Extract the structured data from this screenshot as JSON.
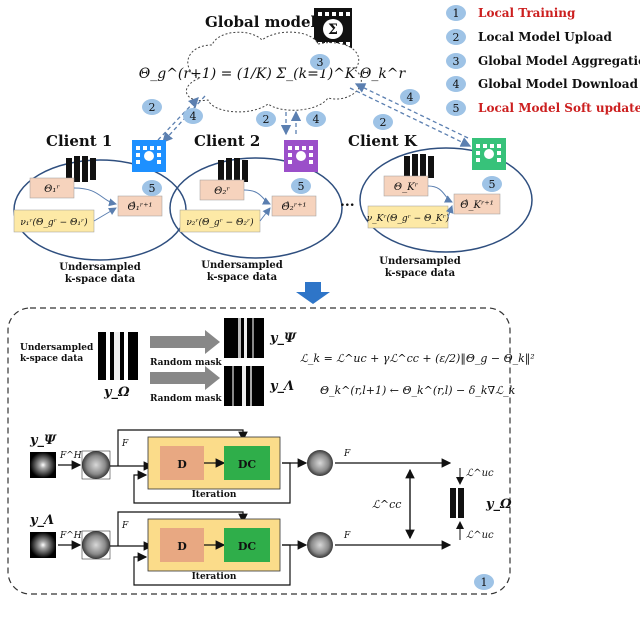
{
  "colors": {
    "red_text": "#cc1f1f",
    "badge_fill": "#9ec3e6",
    "ellipse_stroke": "#2f4f7f",
    "param_box": "#f6d3bd",
    "update_box": "#fde9a6",
    "d_block": "#e8a882",
    "dc_block": "#2fae4a",
    "iteration_panel": "#fbdc8a",
    "down_arrow": "#2e75c8",
    "client1_building": "#1e90ff",
    "client2_building": "#9b4fc9",
    "clientK_building": "#37c27a"
  },
  "top": {
    "global_model_title": "Global model",
    "aggregation_formula": "Θ_g^(r+1) = (1/K) Σ_(k=1)^K Θ_k^r",
    "sigma_icon": "Σ",
    "legend": [
      {
        "num": "1",
        "label": "Local Training",
        "red": true
      },
      {
        "num": "2",
        "label": "Local Model Upload",
        "red": false
      },
      {
        "num": "3",
        "label": "Global Model Aggregation",
        "red": false
      },
      {
        "num": "4",
        "label": "Global Model Download",
        "red": false
      },
      {
        "num": "5",
        "label": "Local Model Soft update",
        "red": true
      }
    ],
    "badges": {
      "two": "2",
      "three": "3",
      "four": "4",
      "five": "5"
    },
    "ellipsis": "...",
    "clients": [
      {
        "name": "Client 1",
        "param": "Θ₁ʳ",
        "update": "ν₁ʳ(Θ_gʳ − Θ₁ʳ)",
        "result": "Θ̂₁ʳ⁺¹",
        "caption_line1": "Undersampled",
        "caption_line2": "k-space data"
      },
      {
        "name": "Client 2",
        "param": "Θ₂ʳ",
        "update": "ν₂ʳ(Θ_gʳ − Θ₂ʳ)",
        "result": "Θ̂₂ʳ⁺¹",
        "caption_line1": "Undersampled",
        "caption_line2": "k-space data"
      },
      {
        "name": "Client K",
        "param": "Θ_Kʳ",
        "update": "ν_Kʳ(Θ_gʳ − Θ_Kʳ)",
        "result": "Θ̂_Kʳ⁺¹",
        "caption_line1": "Undersampled",
        "caption_line2": "k-space data"
      }
    ]
  },
  "bottom": {
    "undersampled_label_line1": "Undersampled",
    "undersampled_label_line2": "k-space data",
    "y_omega": "y_Ω",
    "y_psi": "y_Ψ",
    "y_lambda": "y_Λ",
    "random_mask": "Random mask",
    "loss_formula": "ℒ_k = ℒ^uc + γℒ^cc + (ε/2)‖Θ_g − Θ_k‖²",
    "update_formula": "Θ_k^(r,l+1) ← Θ_k^(r,l) − δ_k∇ℒ_k",
    "fh_label": "F^H",
    "f_label": "F",
    "d_label": "D",
    "dc_label": "DC",
    "iteration_label": "Iteration",
    "l_cc": "ℒ^cc",
    "l_uc": "ℒ^uc",
    "badge_one": "1"
  }
}
